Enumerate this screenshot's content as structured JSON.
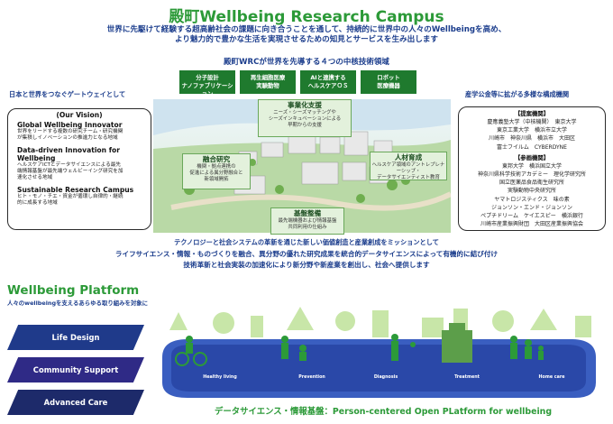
{
  "header": {
    "title": "殿町Wellbeing Research Campus",
    "lines": [
      "世界に先駆けて経験する超高齢社会の課題に向き合うことを通して、持続的に世界中の人々のWellbeingを高め、",
      "より魅力的で豊かな生活を実現させるための知見とサービスを生み出します"
    ]
  },
  "core": {
    "title": "殿町WRCが世界を先導する４つの中核技術領域",
    "boxes": [
      {
        "l1": "分子設計",
        "l2": "ナノファブリケーション"
      },
      {
        "l1": "再生細胞医療",
        "l2": "実験動物"
      },
      {
        "l1": "AIと連携する",
        "l2": "ヘルスケアＯＳ"
      },
      {
        "l1": "ロボット",
        "l2": "医療機器"
      }
    ]
  },
  "left_panel": {
    "title": "日本と世界をつなぐゲートウェイとして",
    "vision": "(Our Vision)",
    "items": [
      {
        "heading": "Global Wellbeing Innovator",
        "lines": [
          "世界をリードする複数の研究チーム・研究機関",
          "が集積しイノベーションの推進力となる地域"
        ]
      },
      {
        "heading": "Data-driven Innovation for",
        "heading2": "Wellbeing",
        "lines": [
          "ヘルスケアICTとデータサイエンスによる最先",
          "端情報基盤が最先端ウェルビーイング研究を加",
          "速化させる地域"
        ]
      },
      {
        "heading": "Sustainable Research Campus",
        "lines": [
          "ヒト・モノ・チエ・資金が循環し自律的・継続",
          "的に成長する地域"
        ]
      }
    ]
  },
  "right_panel": {
    "title": "産学公金等に拡がる多様な構成機関",
    "group1": {
      "heading": "【提案機関】",
      "rows": [
        "慶應義塾大学（中核機関）　東京大学",
        "東京工業大学　横浜市立大学",
        "川崎市　神奈川県　横浜市　大田区",
        "富士フイルム　CYBERDYNE"
      ]
    },
    "group2": {
      "heading": "【参画機関】",
      "rows": [
        "東邦大学　横浜国立大学",
        "神奈川県科学技術アカデミー　理化学研究所",
        "国立医薬品食品衛生研究所",
        "実験動物中央研究所",
        "ヤマトロジスティクス　味の素",
        "ジョンソン・エンド・ジョンソン",
        "ペプチドリーム　ケイエスピー　横浜銀行",
        "川崎市産業振興財団　大田区産業振興協会"
      ]
    }
  },
  "campus": {
    "top": {
      "title": "事業化支援",
      "lines": [
        "ニーズ・シーズマッチングや",
        "シーズインキュベーションによる",
        "早期からの支援"
      ]
    },
    "left": {
      "title": "融合研究",
      "lines": [
        "機関・拠点連携の",
        "促進による異分野融合と",
        "新領域開拓"
      ]
    },
    "right": {
      "title": "人材育成",
      "lines": [
        "ヘルスケア領域のアントレプレナーシップ・",
        "データサイエンティスト教育"
      ]
    },
    "bottom": {
      "title": "基盤整備",
      "lines": [
        "最先端機器および情報基盤",
        "共同利用の仕組み"
      ]
    }
  },
  "mission": {
    "line1": "テクノロジーと社会システムの革新を通じた新しい価値創造と産業創成をミッションとして",
    "line2": "ライフサイエンス・情報・ものづくりを融合、異分野の優れた研究成果を統合的データサイエンスによって有機的に結び付け",
    "line3": "技術革新と社会実装の加速化により新分野や新産業を創出し、社会へ提供します"
  },
  "platform": {
    "title": "Wellbeing Platform",
    "subtitle": "人々のwellbeingを支えるあらゆる取り組みを対象に",
    "layers": [
      "Life Design",
      "Community Support",
      "Advanced Care"
    ],
    "stages": [
      "Healthy living",
      "Prevention",
      "Diagnosis",
      "Treatment",
      "Home care"
    ],
    "footer": "データサイエンス・情報基盤：Person-centered Open PLatform for wellbeing"
  },
  "colors": {
    "green": "#2c9a38",
    "navy": "#1a3c8c",
    "dark_green": "#1f7a2e"
  }
}
